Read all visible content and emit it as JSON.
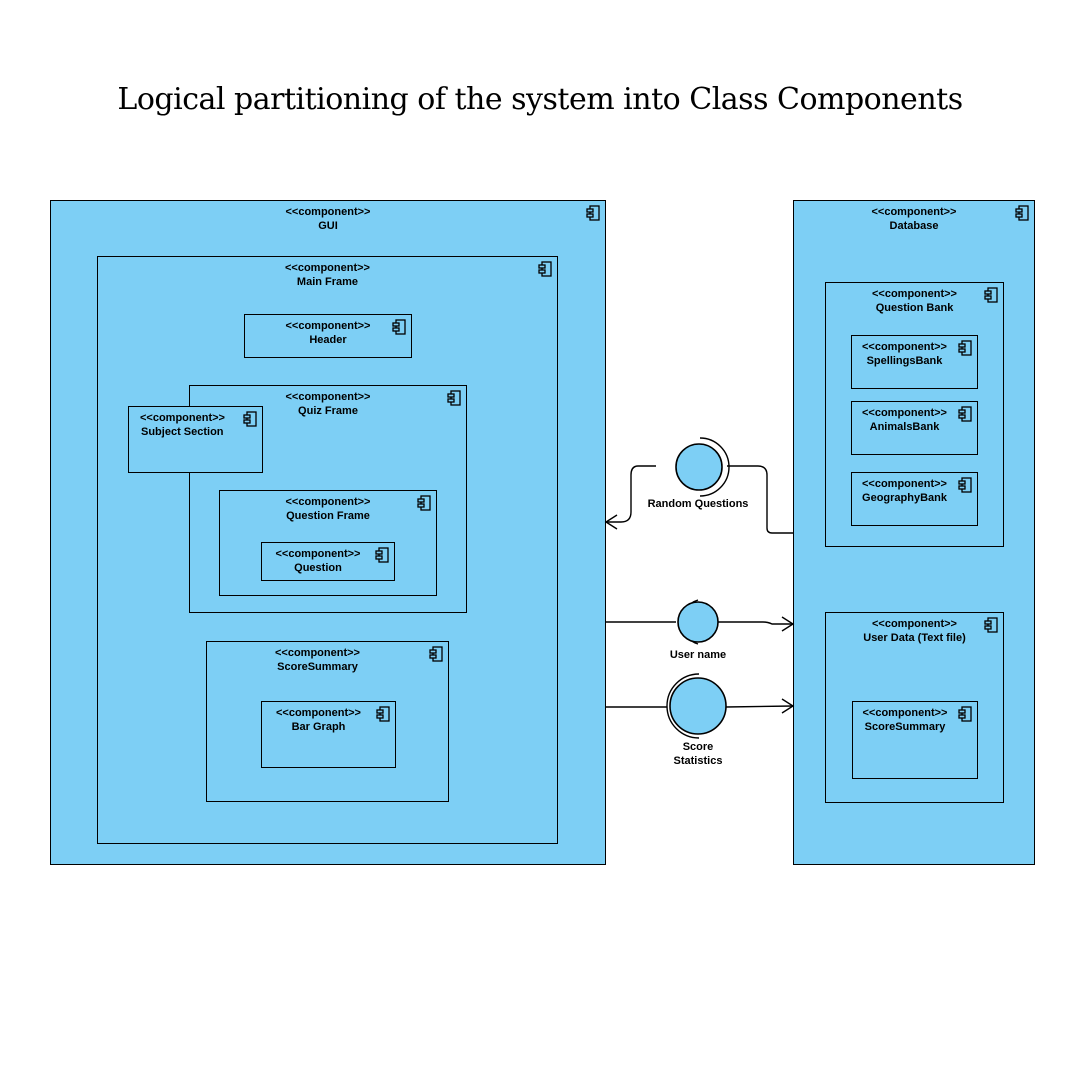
{
  "title": "Logical partitioning of the system into Class Components",
  "stereotype": "<<component>>",
  "colors": {
    "fill": "#7dcff5",
    "stroke": "#000000"
  },
  "components": {
    "gui": "GUI",
    "main_frame": "Main Frame",
    "header": "Header",
    "quiz_frame": "Quiz Frame",
    "subject_section": "Subject Section",
    "question_frame": "Question Frame",
    "question": "Question",
    "score_summary": "ScoreSummary",
    "bar_graph": "Bar Graph",
    "database": "Database",
    "question_bank": "Question Bank",
    "spellings_bank": "SpellingsBank",
    "animals_bank": "AnimalsBank",
    "geography_bank": "GeographyBank",
    "user_data": "User Data (Text file)",
    "db_score_summary": "ScoreSummary"
  },
  "interfaces": {
    "random_questions": "Random Questions",
    "user_name": "User name",
    "score_statistics": "Score Statistics"
  },
  "icon": "component-icon"
}
